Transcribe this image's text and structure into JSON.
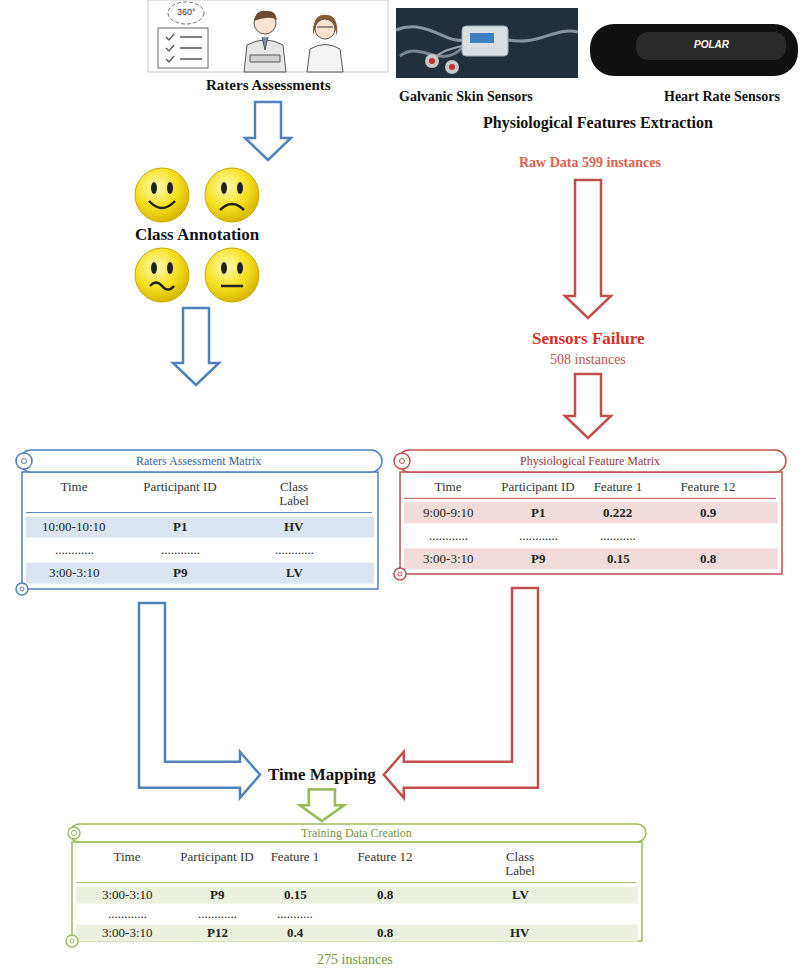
{
  "diagram": {
    "nodes": [
      {
        "text": [
          "Raters Assessment Matrix",
          "Time",
          "Participant ID",
          "Class Label",
          "10:00-10:10",
          "P1",
          "HV",
          "............",
          "............",
          "............",
          "3:00-3:10",
          "P9",
          "LV"
        ]
      },
      {
        "text": [
          "Physiological Feature Matrix",
          "Time",
          "Participant ID",
          "Feature 1",
          "Feature 12",
          "9:00-9:10",
          "P1",
          "0.222",
          "0.9",
          "............",
          "............",
          "...........",
          "3:00-3:10",
          "P9",
          "0.15",
          "0.8"
        ]
      },
      {
        "text": [
          "Training Data Creation",
          "Time",
          "Participant ID",
          "Feature 1",
          "Feature 12",
          "Class Label",
          "3:00-3:10",
          "P9",
          "0.15",
          "0.8",
          "LV",
          "............",
          "............",
          "...........",
          "3:00-3:10",
          "P12",
          "0.4",
          "0.8",
          "HV"
        ]
      }
    ],
    "edges": [
      {
        "from": 0,
        "to": 2,
        "arrow": "to"
      },
      {
        "from": 1,
        "to": 2,
        "arrow": "to"
      }
    ],
    "labels": [
      "360°",
      "Raters Assessments",
      "POLAR",
      "Galvanic Skin Sensors",
      "Heart Rate Sensors",
      "Physiological Features Extraction",
      "Raw Data 599 instances",
      "Class Annotation",
      "Sensors Failure",
      "508 instances",
      "Time Mapping",
      "275 instances"
    ]
  }
}
